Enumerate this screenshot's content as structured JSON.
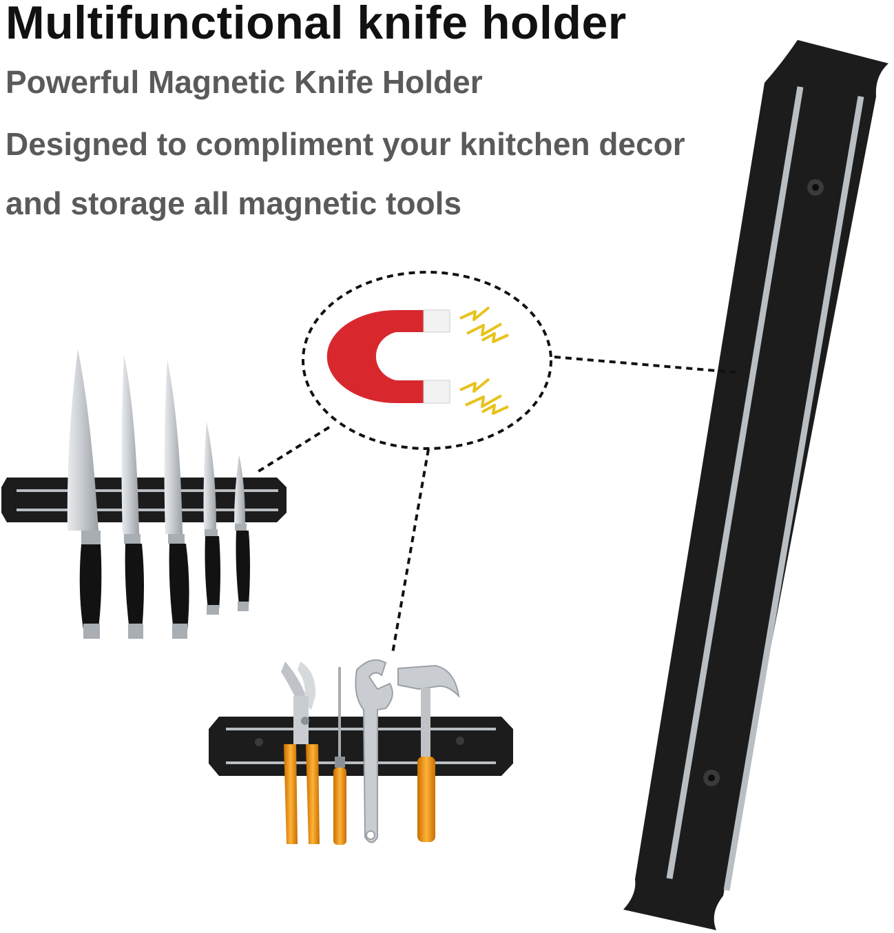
{
  "header": {
    "title": "Multifunctional knife holder",
    "subtitle": "Powerful Magnetic Knife Holder",
    "description_line1": "Designed to compliment your knitchen decor",
    "description_line2": "and storage all magnetic tools"
  },
  "colors": {
    "magnet_red": "#d8282e",
    "magnet_tip": "#f2f2f2",
    "spark_yellow": "#e8c21c",
    "bar_black": "#1c1c1c",
    "handle_orange": "#f39a12",
    "blade_steel": "#c9cdd1"
  }
}
